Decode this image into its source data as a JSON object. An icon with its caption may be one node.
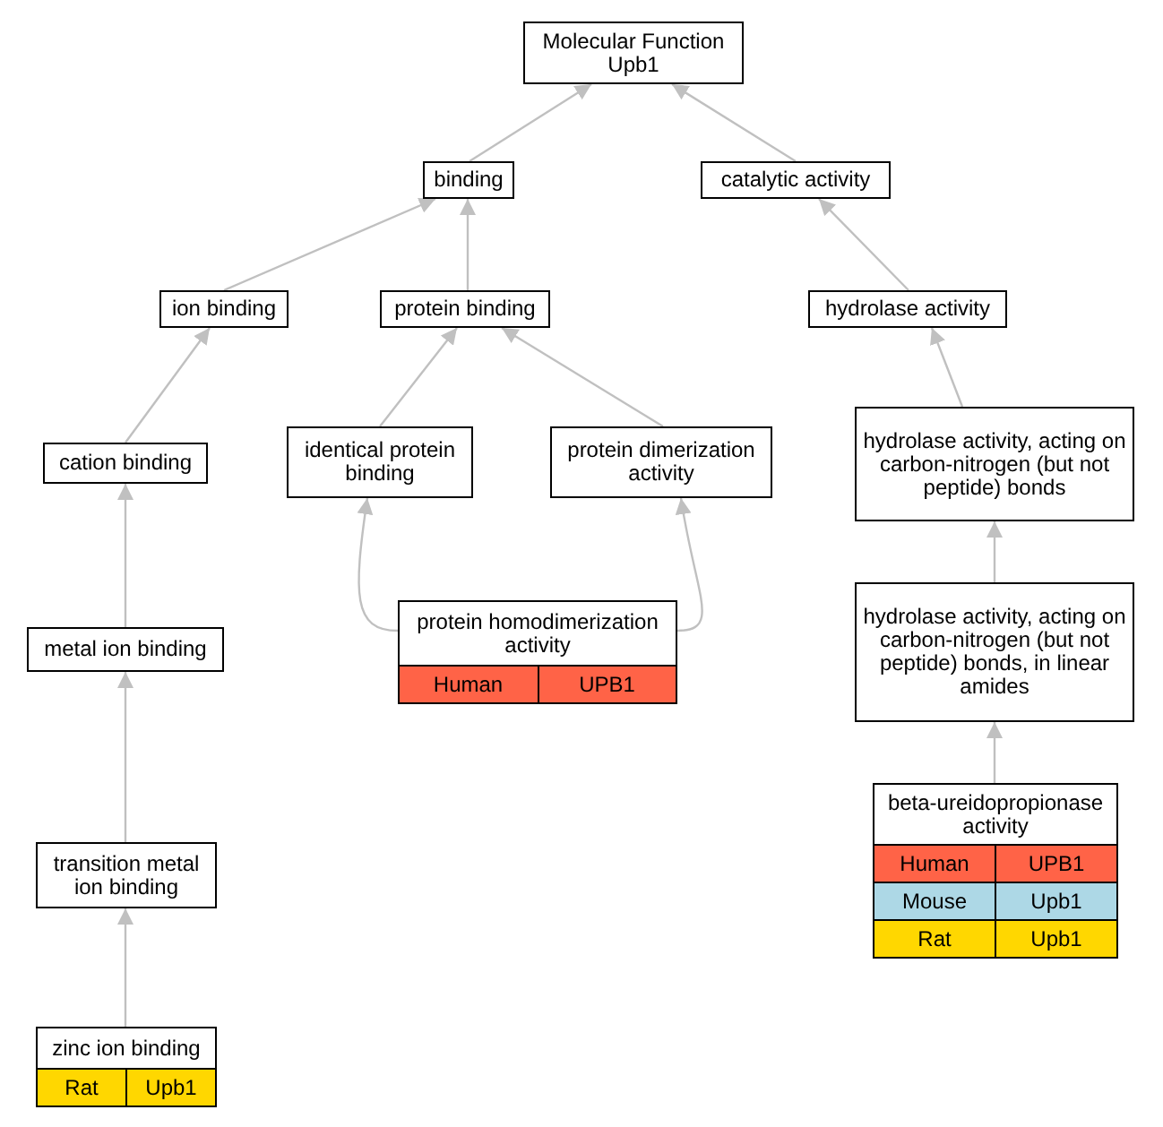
{
  "diagram": {
    "nodes": [
      {
        "text": [
          "Molecular Function Upb1"
        ]
      },
      {
        "text": [
          "binding"
        ]
      },
      {
        "text": [
          "catalytic activity"
        ]
      },
      {
        "text": [
          "ion binding"
        ]
      },
      {
        "text": [
          "protein binding"
        ]
      },
      {
        "text": [
          "hydrolase activity"
        ]
      },
      {
        "text": [
          "cation binding"
        ]
      },
      {
        "text": [
          "identical protein binding"
        ]
      },
      {
        "text": [
          "protein dimerization activity"
        ]
      },
      {
        "text": [
          "hydrolase activity, acting on carbon-nitrogen (but not peptide) bonds"
        ]
      },
      {
        "text": [
          "metal ion binding"
        ]
      },
      {
        "text": [
          "protein homodimerization activity",
          "Human",
          "UPB1"
        ]
      },
      {
        "text": [
          "hydrolase activity, acting on carbon-nitrogen (but not peptide) bonds, in linear amides"
        ]
      },
      {
        "text": [
          "beta-ureidopropionase activity",
          "Human",
          "UPB1",
          "Mouse",
          "Upb1",
          "Rat",
          "Upb1"
        ]
      },
      {
        "text": [
          "transition metal ion binding"
        ]
      },
      {
        "text": [
          "zinc ion binding",
          "Rat",
          "Upb1"
        ]
      }
    ],
    "edges": [
      {
        "from": 1,
        "to": 0,
        "arrow": "to"
      },
      {
        "from": 2,
        "to": 0,
        "arrow": "to"
      },
      {
        "from": 3,
        "to": 1,
        "arrow": "to"
      },
      {
        "from": 4,
        "to": 1,
        "arrow": "to"
      },
      {
        "from": 5,
        "to": 2,
        "arrow": "to"
      },
      {
        "from": 6,
        "to": 3,
        "arrow": "to"
      },
      {
        "from": 7,
        "to": 4,
        "arrow": "to"
      },
      {
        "from": 8,
        "to": 4,
        "arrow": "to"
      },
      {
        "from": 9,
        "to": 5,
        "arrow": "to"
      },
      {
        "from": 10,
        "to": 6,
        "arrow": "to"
      },
      {
        "from": 11,
        "to": 7,
        "arrow": "to"
      },
      {
        "from": 11,
        "to": 8,
        "arrow": "to"
      },
      {
        "from": 12,
        "to": 9,
        "arrow": "to"
      },
      {
        "from": 13,
        "to": 12,
        "arrow": "to"
      },
      {
        "from": 14,
        "to": 10,
        "arrow": "to"
      },
      {
        "from": 15,
        "to": 14,
        "arrow": "to"
      }
    ]
  }
}
